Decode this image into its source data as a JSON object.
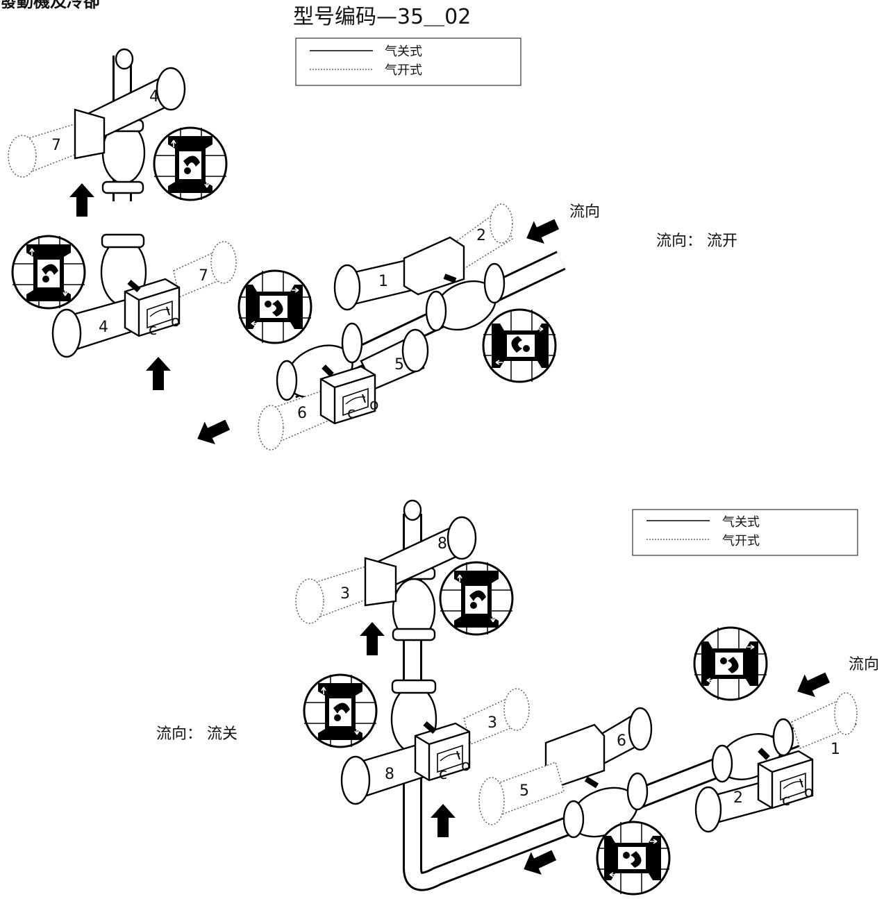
{
  "header": {
    "cropped_text": "發動機及冷卻",
    "model_code": "型号编码—35＿02"
  },
  "legend": {
    "solid_label": "气关式",
    "dotted_label": "气开式"
  },
  "diagram_top": {
    "flow_label": "流向",
    "flow_mode": "流向：  流开",
    "valve_numbers": [
      "4",
      "7",
      "2",
      "1",
      "7",
      "4",
      "5",
      "6"
    ],
    "gauge_letters": [
      "c",
      "o"
    ]
  },
  "diagram_bottom": {
    "flow_label": "流向",
    "flow_mode": "流向：  流关",
    "valve_numbers": [
      "8",
      "3",
      "3",
      "8",
      "6",
      "5",
      "1",
      "2"
    ],
    "gauge_letters": [
      "c",
      "o"
    ]
  },
  "colors": {
    "ink": "#000000",
    "dotted_stroke": "#555555",
    "background": "#ffffff"
  }
}
